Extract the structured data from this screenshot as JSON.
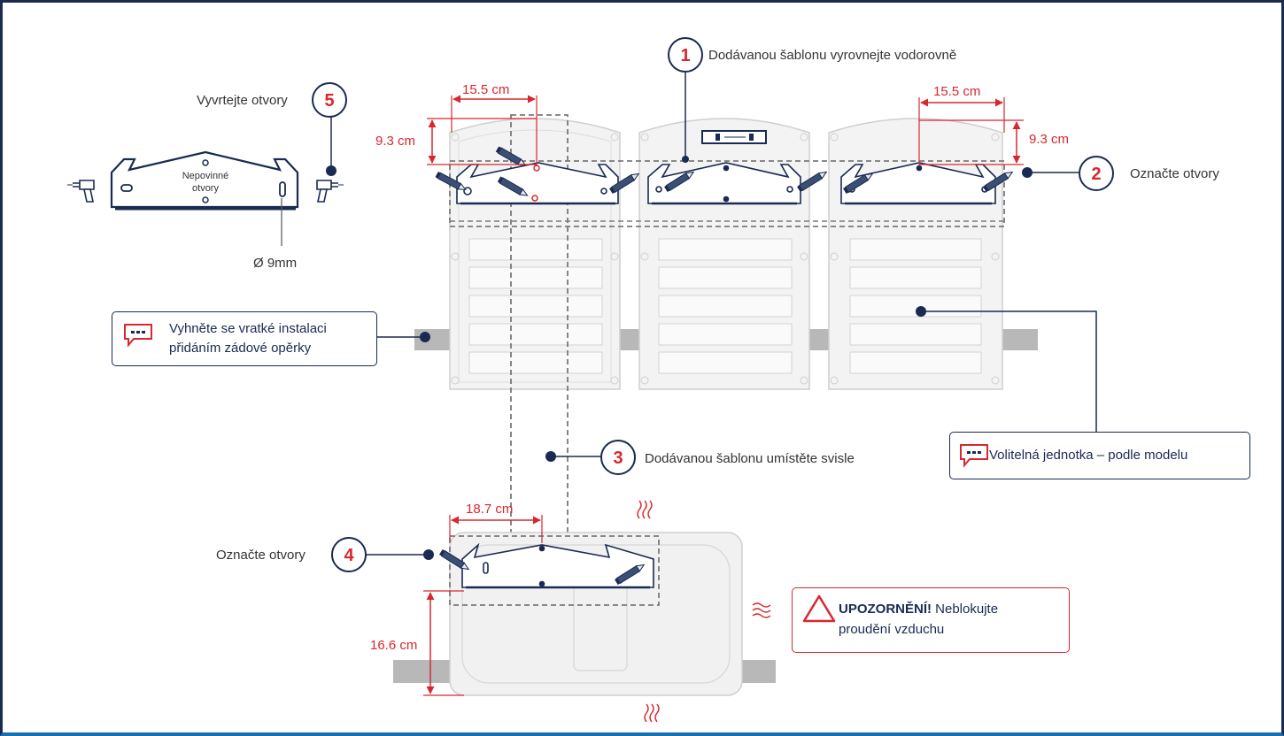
{
  "steps": {
    "s1": {
      "num": "1",
      "label": "Dodávanou šablonu vyrovnejte vodorovně"
    },
    "s2": {
      "num": "2",
      "label": "Označte otvory"
    },
    "s3": {
      "num": "3",
      "label": "Dodávanou šablonu umístěte svisle"
    },
    "s4": {
      "num": "4",
      "label": "Označte otvory"
    },
    "s5": {
      "num": "5",
      "label": "Vyvrtejte otvory"
    }
  },
  "bracket": {
    "optional_holes_line1": "Nepovinné",
    "optional_holes_line2": "otvory",
    "diameter": "Ø 9mm"
  },
  "dimensions": {
    "left_width": "15.5 cm",
    "right_width": "15.5 cm",
    "left_height": "9.3 cm",
    "right_height": "9.3 cm",
    "bottom_width": "18.7 cm",
    "bottom_height": "16.6 cm"
  },
  "notes": {
    "backrest_line1": "Vyhněte se vratké instalaci",
    "backrest_line2": "přidáním  zádové opěrky",
    "optional_unit": "Volitelná jednotka – podle modelu",
    "warning_bold": "UPOZORNĚNÍ!",
    "warning_rest": " Neblokujte",
    "warning_line2": "proudění vzduchu"
  },
  "colors": {
    "navy": "#1a2a52",
    "red": "#d7282f",
    "grey": "#b8b8b8"
  }
}
